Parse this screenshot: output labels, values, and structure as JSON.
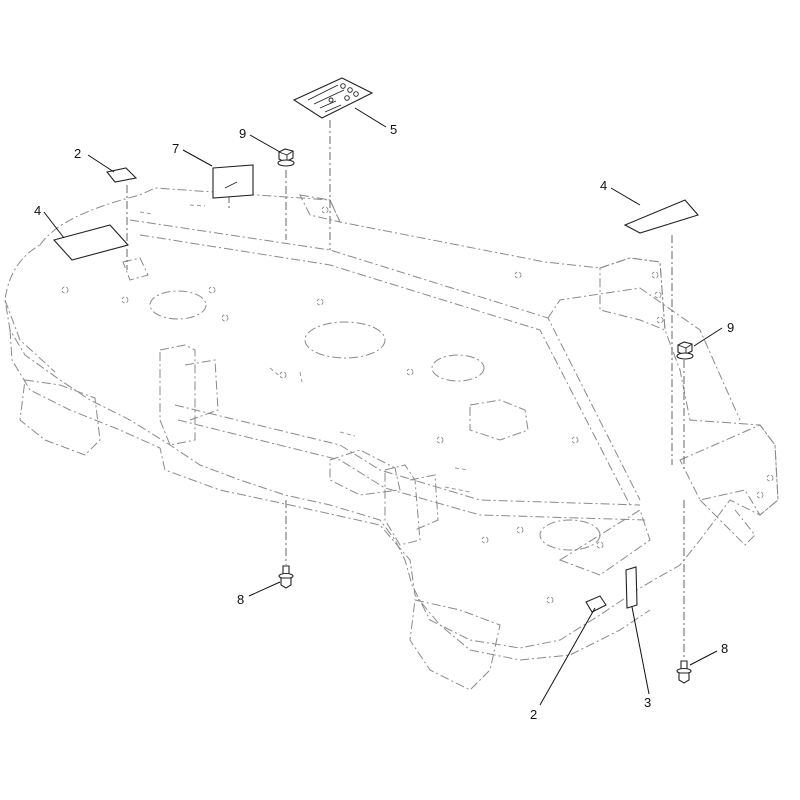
{
  "callouts": [
    {
      "id": "c2-top",
      "label": "2"
    },
    {
      "id": "c7",
      "label": "7"
    },
    {
      "id": "c9-top",
      "label": "9"
    },
    {
      "id": "c5",
      "label": "5"
    },
    {
      "id": "c4-left",
      "label": "4"
    },
    {
      "id": "c4-right",
      "label": "4"
    },
    {
      "id": "c9-right",
      "label": "9"
    },
    {
      "id": "c8-left",
      "label": "8"
    },
    {
      "id": "c8-right",
      "label": "8"
    },
    {
      "id": "c2-bottom",
      "label": "2"
    },
    {
      "id": "c3",
      "label": "3"
    }
  ],
  "colors": {
    "background": "#ffffff",
    "part_line": "#222222",
    "ghost_line": "#8a8a8a"
  }
}
